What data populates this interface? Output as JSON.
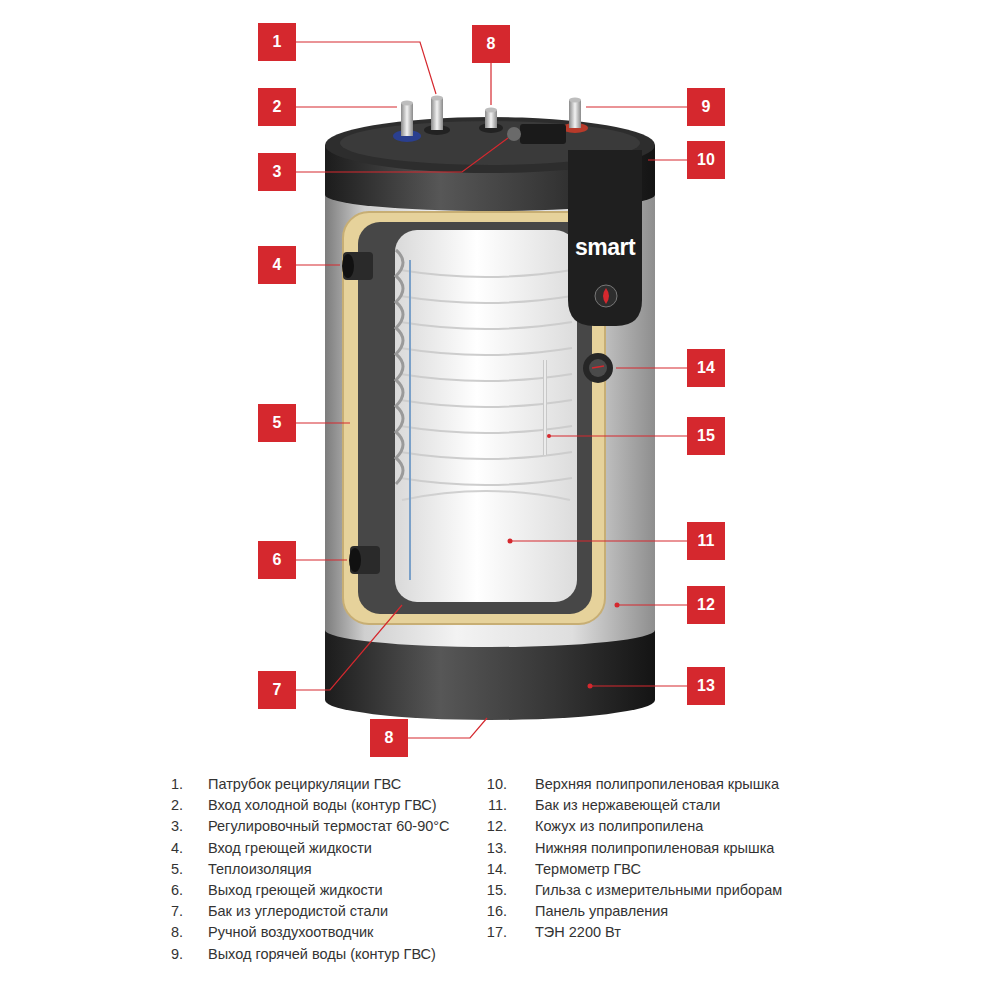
{
  "diagram": {
    "nodes": [
      {
        "text": [
          "1"
        ]
      },
      {
        "text": [
          "8"
        ]
      },
      {
        "text": [
          "2"
        ]
      },
      {
        "text": [
          "9"
        ]
      },
      {
        "text": [
          "10"
        ]
      },
      {
        "text": [
          "3"
        ]
      },
      {
        "text": [
          "4"
        ]
      },
      {
        "text": [
          "14"
        ]
      },
      {
        "text": [
          "5"
        ]
      },
      {
        "text": [
          "15"
        ]
      },
      {
        "text": [
          "11"
        ]
      },
      {
        "text": [
          "6"
        ]
      },
      {
        "text": [
          "12"
        ]
      },
      {
        "text": [
          "13"
        ]
      },
      {
        "text": [
          "7"
        ]
      },
      {
        "text": [
          "8"
        ]
      }
    ],
    "labels": [
      "1.",
      "Патрубок рециркуляции ГВС",
      "2.",
      "Вход холодной воды (контур ГВС)",
      "3.",
      "Регулировочный термостат 60-90°C",
      "4.",
      "Вход греющей жидкости",
      "5.",
      "Теплоизоляция",
      "6.",
      "Выход греющей жидкости",
      "7.",
      "Бак из углеродистой стали",
      "8.",
      "Ручной воздухоотводчик",
      "9.",
      "Выход горячей воды (контур ГВС)",
      "10.",
      "Верхняя полипропиленовая крышка",
      "11.",
      "Бак из нержавеющей стали",
      "12.",
      "Кожух из полипропилена",
      "13.",
      "Нижняя полипропиленовая крышка",
      "14.",
      "Термометр ГВС",
      "15.",
      "Гильза с измерительными приборам",
      "16.",
      "Панель управления",
      "17.",
      "ТЭН 2200 Вт",
      "smart"
    ]
  }
}
